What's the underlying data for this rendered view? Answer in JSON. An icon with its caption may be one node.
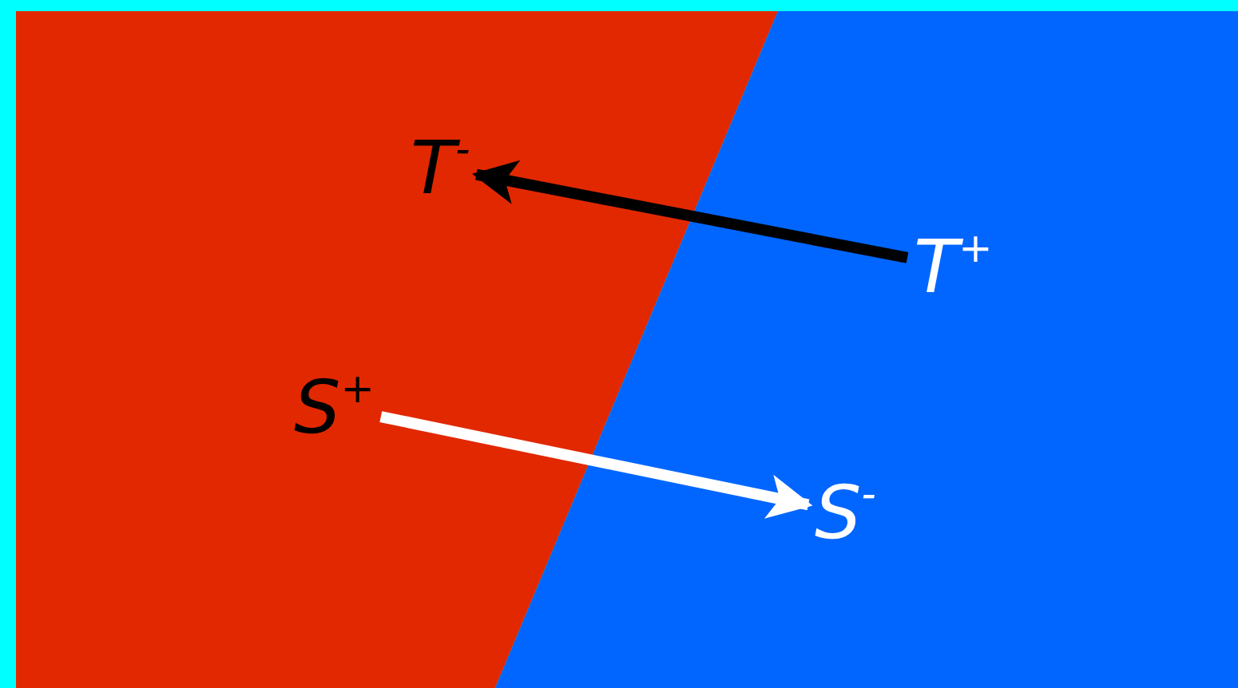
{
  "diagram": {
    "nodes": [
      {
        "text": [
          "T$^{-}$"
        ]
      },
      {
        "text": [
          "T$^{+}$"
        ]
      },
      {
        "text": [
          "S$^{+}$"
        ]
      },
      {
        "text": [
          "S$^{-}$"
        ]
      }
    ],
    "edges": [
      {
        "from": 1,
        "to": 0,
        "arrow": "to",
        "color": "#000000"
      },
      {
        "from": 2,
        "to": 3,
        "arrow": "to",
        "color": "#ffffff"
      }
    ]
  }
}
